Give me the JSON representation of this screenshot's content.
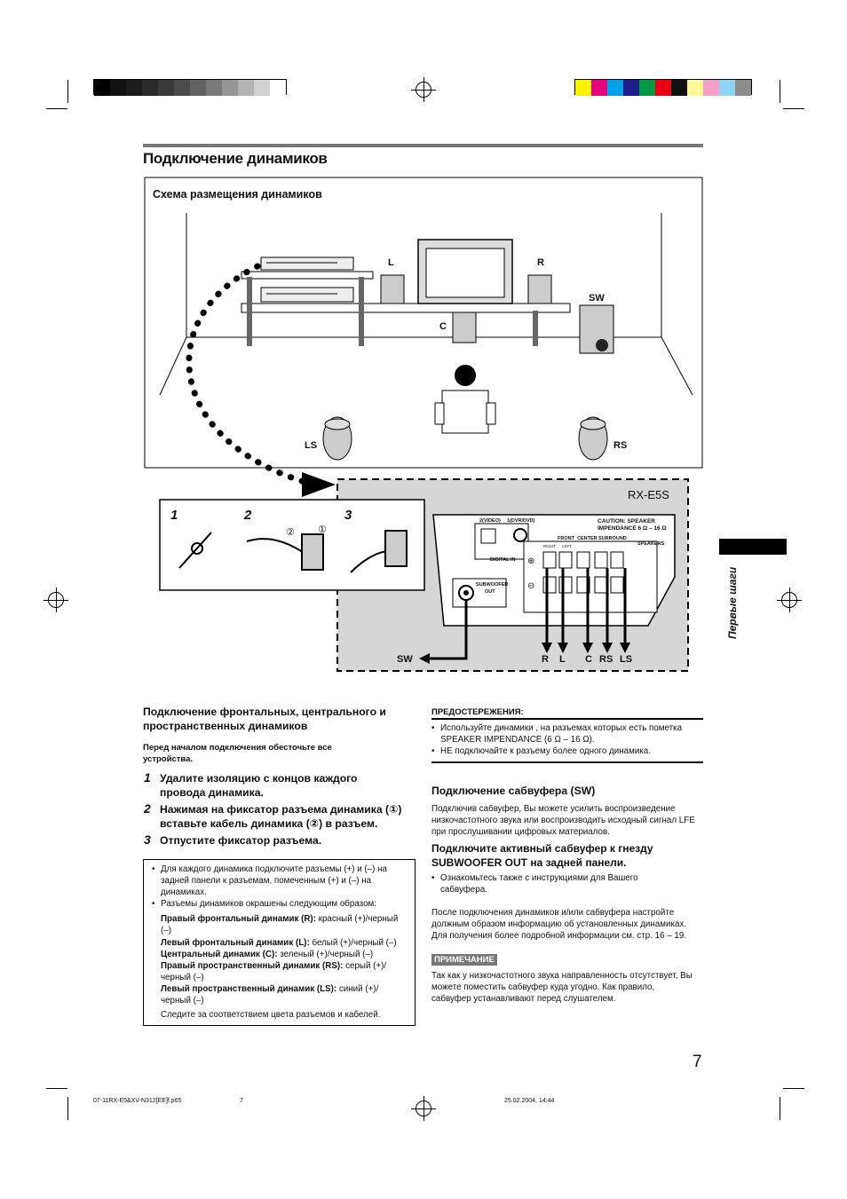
{
  "page": {
    "title": "Подключение динамиков",
    "side_tab": "Первые шаги",
    "page_number": "7",
    "footer_file": "07-11RX-E5&XV-N312[EE]f.p65",
    "footer_page": "7",
    "footer_date": "25.02.2004, 14:44"
  },
  "colors": {
    "gray_bar": [
      "#000000",
      "#111111",
      "#1c1c1c",
      "#2a2a2a",
      "#3a3a3a",
      "#4c4c4c",
      "#626262",
      "#7a7a7a",
      "#959595",
      "#b3b3b3",
      "#d2d2d2",
      "#ffffff"
    ],
    "color_bar": [
      "#fff200",
      "#e6007e",
      "#00a0e9",
      "#1d2088",
      "#009944",
      "#e60012",
      "#111111",
      "#fff799",
      "#f5a0c8",
      "#8fd3f5",
      "#8c8c8c"
    ]
  },
  "diagram": {
    "title": "Схема размещения динамиков",
    "labels": {
      "l": "L",
      "r": "R",
      "c": "C",
      "sw": "SW",
      "ls": "LS",
      "rs": "RS"
    },
    "model": "RX-E5S",
    "steps": [
      "1",
      "2",
      "3"
    ],
    "circled": [
      "②",
      "①"
    ],
    "panel": {
      "video2": "2(VIDEO)",
      "dvd": "1(DVR/DVD)",
      "digital_in": "DIGITAL IN",
      "caution_1": "CAUTION: SPEAKER",
      "caution_2": "IMPENDANCE 6 Ω – 16 Ω",
      "front": "FRONT",
      "center": "CENTER",
      "surround": "SURROUND",
      "right": "RIGHT",
      "left": "LEFT",
      "speakers": "SPEAKERS",
      "subwoofer_out_1": "SUBWOOFER",
      "subwoofer_out_2": "OUT",
      "plus": "⊕",
      "minus": "⊖"
    },
    "bottom_labels": {
      "sw": "SW",
      "r": "R",
      "l": "L",
      "c": "C",
      "rs": "RS",
      "ls": "LS"
    }
  },
  "left": {
    "heading_1": "Подключение фронтальных, центрального и",
    "heading_2": "пространственных динамиков",
    "intro_1": "Перед началом подключения обесточьте все",
    "intro_2": "устройства.",
    "steps": [
      {
        "n": "1",
        "text": "Удалите изоляцию с концов каждого провода динамика."
      },
      {
        "n": "2",
        "text": "Нажимая на фиксатор разъема динамика (①) вставьте кабель динамика (②) в разъем."
      },
      {
        "n": "3",
        "text": "Отпустите фиксатор разъема."
      }
    ],
    "box": {
      "bullet_1": "Для каждого динамика подключите разъемы (+) и (–) на задней панели к разъемам, помеченным (+) и (–) на динамиках.",
      "bullet_2": "Разъемы динамиков окрашены следующим образом:",
      "pairs": [
        {
          "name": "Правый фронтальный динамик (R):",
          "value": " красный (+)/черный (–)"
        },
        {
          "name": "Левый фронтальный динамик (L):",
          "value": " белый (+)/черный (–)"
        },
        {
          "name": "Центральный динамик (C):",
          "value": " зеленый (+)/черный (–)"
        },
        {
          "name": "Правый пространственный динамик (RS):",
          "value": " серый (+)/черный (–)"
        },
        {
          "name": "Левый пространственный динамик (LS):",
          "value": " синий (+)/черный (–)"
        }
      ],
      "footer": "Следите за соответствием цвета разъемов и кабелей."
    }
  },
  "right": {
    "caution_title": "ПРЕДОСТЕРЕЖЕНИЯ:",
    "caution_1": "Используйте динамики , на разъемах которых есть пометка SPEAKER IMPENDANCE (6 Ω – 16 Ω).",
    "caution_2": "НЕ подключайте к разъему более одного динамика.",
    "sub_heading": "Подключение сабвуфера (SW)",
    "sub_para": "Подключив сабвуфер, Вы можете усилить воспроизведение низкочастотного звука или воспроизводить исходный сигнал LFE при прослушивании цифровых материалов.",
    "sub_step": "Подключите активный сабвуфер к гнезду SUBWOOFER OUT на задней панели.",
    "sub_bullet": "Ознакомьтесь также с инструкциями для Вашего сабвуфера.",
    "after_para": "После подключения динамиков и/или сабвуфера настройте должным образом информацию об установленных динамиках. Для получения более подробной информации см. стр. 16 – 19.",
    "note_label": "ПРИМЕЧАНИЕ",
    "note_text": "Так как у низкочастотного звука направленность отсутствует, Вы можете поместить сабвуфер куда угодно. Как правило, сабвуфер устанавливают перед слушателем."
  }
}
